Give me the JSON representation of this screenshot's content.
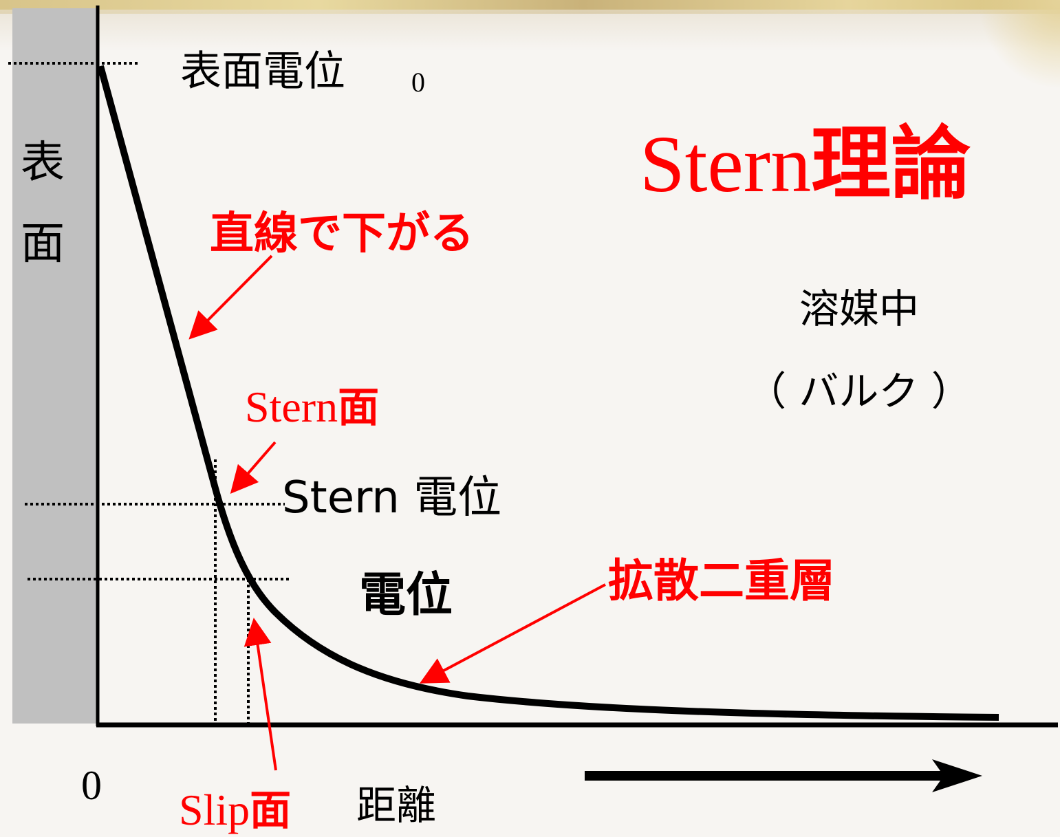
{
  "title": {
    "latin": "Stern",
    "kanji": "理論"
  },
  "surface_label": {
    "char1": "表",
    "char2": "面"
  },
  "surface_potential": {
    "label": "表面電位",
    "subscript": "0"
  },
  "annotations": {
    "linear_drop": "直線で下がる",
    "stern_plane_latin": "Stern",
    "stern_plane_kanji": "面",
    "stern_potential": "Stern 電位",
    "zeta_potential": "電位",
    "diffuse_layer": "拡散二重層",
    "slip_plane_latin": "Slip",
    "slip_plane_kanji": "面"
  },
  "bulk": {
    "line1": "溶媒中",
    "line2": "（ バルク ）"
  },
  "axis": {
    "origin": "0",
    "x_label": "距離"
  },
  "colors": {
    "annotation": "#ff0000",
    "curve": "#000000",
    "surface": "#c0c0c0"
  }
}
